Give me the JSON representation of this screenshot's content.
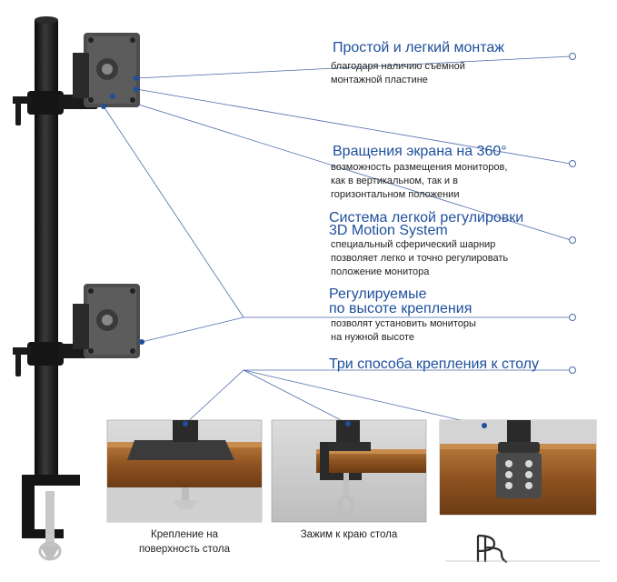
{
  "features": [
    {
      "title": "Простой и легкий монтаж",
      "desc": [
        "благодаря наличию съемной",
        "монтажной пластине"
      ]
    },
    {
      "title": "Вращения экрана на 360°",
      "desc": [
        "возможность размещения мониторов,",
        "как в вертикальном, так и в",
        "горизонтальном положении"
      ]
    },
    {
      "title_lines": [
        "Система легкой регулировки",
        "3D Motion System"
      ],
      "desc": [
        "специальный сферический шарнир",
        "позволяет легко и точно регулировать",
        "положение монитора"
      ]
    },
    {
      "title_lines": [
        "Регулируемые",
        "по высоте крепления"
      ],
      "desc": [
        "позволят установить мониторы",
        "на нужной высоте"
      ]
    },
    {
      "title": "Три способа крепления к столу"
    }
  ],
  "captions": {
    "surface": [
      "Крепление на",
      "поверхность стола"
    ],
    "clamp": "Зажим к краю стола"
  },
  "logo_text": "FR",
  "colors": {
    "accent": "#1e4f9c",
    "pole": "#1c1c1c",
    "wood": "#9a5a26",
    "plate": "#4a4a4a"
  }
}
